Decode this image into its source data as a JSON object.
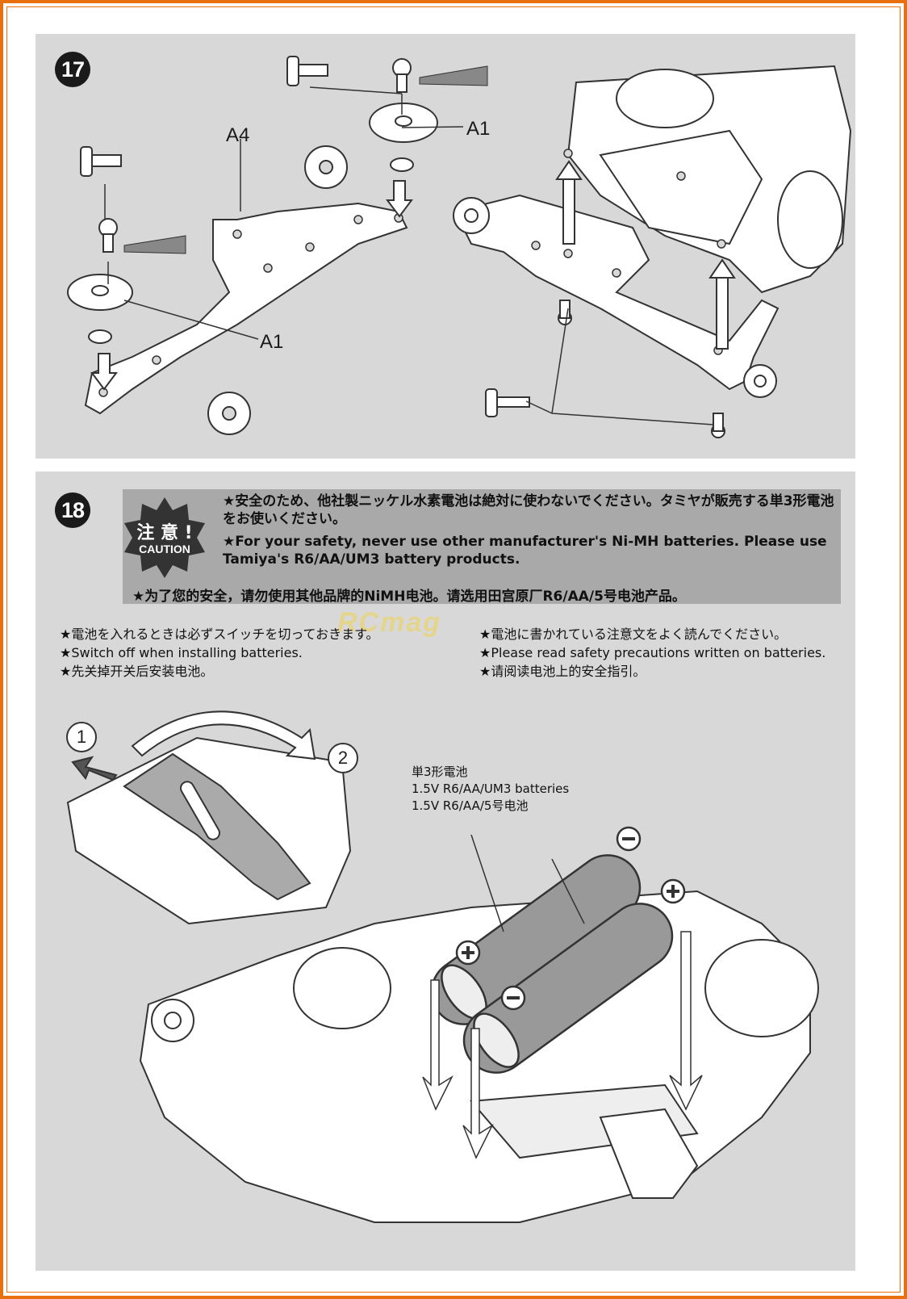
{
  "step17": {
    "number": "17",
    "labels": {
      "a4_top": "A4",
      "a1_upper": "A1",
      "a1_lower": "A1"
    }
  },
  "step18": {
    "number": "18",
    "caution": {
      "badge_jp": "注 意 !",
      "badge_en": "CAUTION",
      "line_jp": "★安全のため、他社製ニッケル水素電池は絶対に使わないでください。タミヤが販売する単3形電池をお使いください。",
      "line_en": "★For your safety, never use other manufacturer's Ni-MH batteries. Please use Tamiya's R6/AA/UM3 battery products.",
      "line_cn": "★为了您的安全，请勿使用其他品牌的NiMH电池。请选用田宫原厂R6/AA/5号电池产品。"
    },
    "note_left": {
      "jp": "★電池を入れるときは必ずスイッチを切っておきます。",
      "en": "★Switch off when installing batteries.",
      "cn": "★先关掉开关后安装电池。"
    },
    "note_right": {
      "jp": "★電池に書かれている注意文をよく読んでください。",
      "en": "★Please read safety precautions written on batteries.",
      "cn": "★请阅读电池上的安全指引。"
    },
    "step_markers": {
      "one": "1",
      "two": "2"
    },
    "battery_label": {
      "jp": "単3形電池",
      "en": "1.5V R6/AA/UM3 batteries",
      "cn": "1.5V R6/AA/5号电池"
    },
    "watermark": "RCmag"
  },
  "colors": {
    "frame": "#e8700f",
    "panel": "#d8d8d8",
    "caution_box": "#a9a9a9",
    "badge": "#1a1a1a"
  }
}
